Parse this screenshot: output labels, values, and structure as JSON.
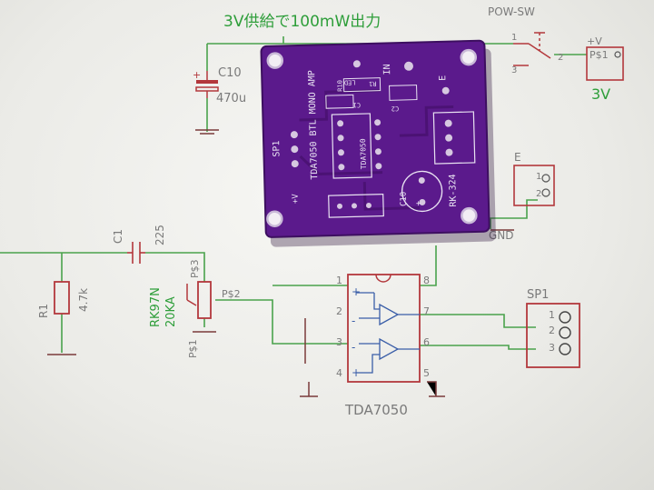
{
  "title": "3V供給で100mW出力",
  "c10": {
    "plus": "+",
    "name": "C10",
    "value": "470u"
  },
  "power_switch": {
    "name": "POW-SW",
    "pin1": "1",
    "pin2": "2",
    "pin3": "3"
  },
  "supply": {
    "vplus": "+V",
    "pin": "P$1",
    "voltage": "3V"
  },
  "e_terminal": {
    "name": "E",
    "pin1": "1",
    "pin2": "2"
  },
  "gnd": "GND",
  "c1": {
    "name": "C1",
    "value": "225"
  },
  "r1": {
    "name": "R1",
    "value": "4.7k"
  },
  "pot": {
    "pin1": "P$1",
    "pin2": "P$2",
    "pin3": "P$3",
    "part": "RK97N",
    "value": "20KA"
  },
  "ic": {
    "name": "TDA7050",
    "pin1": "1",
    "pin2": "2",
    "pin3": "3",
    "pin4": "4",
    "pin5": "5",
    "pin6": "6",
    "pin7": "7",
    "pin8": "8",
    "plus1": "+",
    "minus1": "-",
    "minus2": "-",
    "plus2": "+"
  },
  "speaker": {
    "name": "SP1",
    "pin1": "1",
    "pin2": "2",
    "pin3": "3"
  },
  "pcb": {
    "title": "TDA7050 BTL MONO AMP",
    "sp1": "SP1",
    "ic": "TDA7050",
    "in": "IN",
    "e": "E",
    "rk324": "RK-324",
    "c10": "C10",
    "vplus": "+V",
    "led": "LED",
    "r10": "R10",
    "r1": "R1",
    "c1": "C1",
    "c2": "C2",
    "plus": "+"
  }
}
